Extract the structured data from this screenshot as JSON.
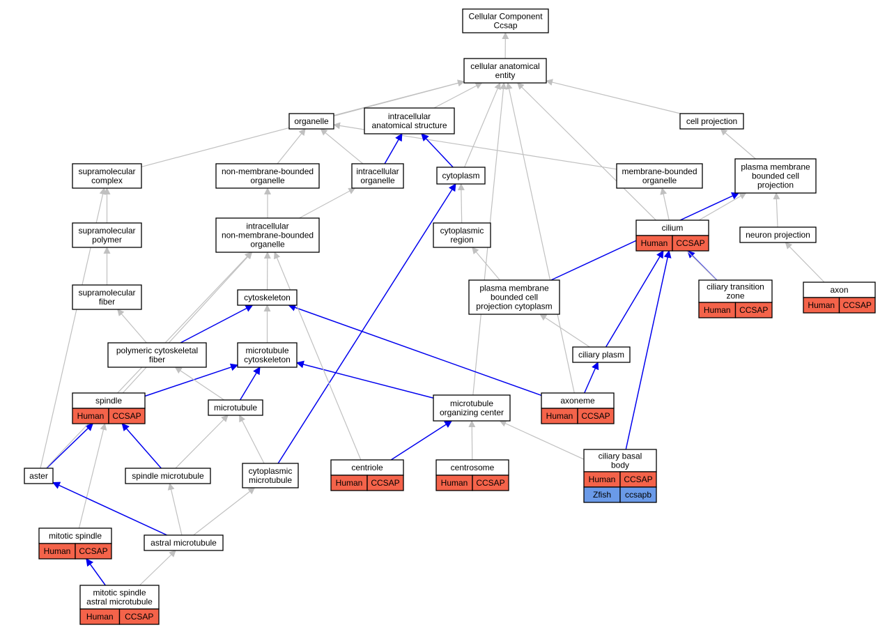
{
  "colors": {
    "box_border": "#000000",
    "human": "#f4634a",
    "zfish": "#6a9ae8",
    "edge_gray": "#c0c0c0",
    "edge_blue": "#0000ee"
  },
  "nodes": [
    {
      "id": "cc",
      "lines": [
        "Cellular Component",
        "Ccsap"
      ]
    },
    {
      "id": "cae",
      "lines": [
        "cellular anatomical",
        "entity"
      ]
    },
    {
      "id": "organelle",
      "lines": [
        "organelle"
      ]
    },
    {
      "id": "ias",
      "lines": [
        "intracellular",
        "anatomical structure"
      ]
    },
    {
      "id": "cellproj",
      "lines": [
        "cell projection"
      ]
    },
    {
      "id": "supcomplex",
      "lines": [
        "supramolecular",
        "complex"
      ]
    },
    {
      "id": "nmbo",
      "lines": [
        "non-membrane-bounded",
        "organelle"
      ]
    },
    {
      "id": "intorg",
      "lines": [
        "intracellular",
        "organelle"
      ]
    },
    {
      "id": "cytoplasm",
      "lines": [
        "cytoplasm"
      ]
    },
    {
      "id": "mbo",
      "lines": [
        "membrane-bounded",
        "organelle"
      ]
    },
    {
      "id": "pmbcp",
      "lines": [
        "plasma membrane",
        "bounded cell",
        "projection"
      ]
    },
    {
      "id": "suppoly",
      "lines": [
        "supramolecular",
        "polymer"
      ]
    },
    {
      "id": "inmbo",
      "lines": [
        "intracellular",
        "non-membrane-bounded",
        "organelle"
      ]
    },
    {
      "id": "cytregion",
      "lines": [
        "cytoplasmic",
        "region"
      ]
    },
    {
      "id": "cilium",
      "lines": [
        "cilium"
      ],
      "annot": [
        {
          "org": "Human",
          "gene": "CCSAP",
          "kind": "human"
        }
      ]
    },
    {
      "id": "neuronproj",
      "lines": [
        "neuron projection"
      ]
    },
    {
      "id": "supfiber",
      "lines": [
        "supramolecular",
        "fiber"
      ]
    },
    {
      "id": "cytoskeleton",
      "lines": [
        "cytoskeleton"
      ]
    },
    {
      "id": "pmbcpc",
      "lines": [
        "plasma membrane",
        "bounded cell",
        "projection cytoplasm"
      ]
    },
    {
      "id": "ctz",
      "lines": [
        "ciliary transition",
        "zone"
      ],
      "annot": [
        {
          "org": "Human",
          "gene": "CCSAP",
          "kind": "human"
        }
      ]
    },
    {
      "id": "axon",
      "lines": [
        "axon"
      ],
      "annot": [
        {
          "org": "Human",
          "gene": "CCSAP",
          "kind": "human"
        }
      ]
    },
    {
      "id": "pcf",
      "lines": [
        "polymeric cytoskeletal",
        "fiber"
      ]
    },
    {
      "id": "mtcs",
      "lines": [
        "microtubule",
        "cytoskeleton"
      ]
    },
    {
      "id": "ciliaryplasm",
      "lines": [
        "ciliary plasm"
      ]
    },
    {
      "id": "spindle",
      "lines": [
        "spindle"
      ],
      "annot": [
        {
          "org": "Human",
          "gene": "CCSAP",
          "kind": "human"
        }
      ]
    },
    {
      "id": "microtubule",
      "lines": [
        "microtubule"
      ]
    },
    {
      "id": "mtoc",
      "lines": [
        "microtubule",
        "organizing center"
      ]
    },
    {
      "id": "axoneme",
      "lines": [
        "axoneme"
      ],
      "annot": [
        {
          "org": "Human",
          "gene": "CCSAP",
          "kind": "human"
        }
      ]
    },
    {
      "id": "aster",
      "lines": [
        "aster"
      ]
    },
    {
      "id": "spindlemt",
      "lines": [
        "spindle microtubule"
      ]
    },
    {
      "id": "cytomt",
      "lines": [
        "cytoplasmic",
        "microtubule"
      ]
    },
    {
      "id": "centriole",
      "lines": [
        "centriole"
      ],
      "annot": [
        {
          "org": "Human",
          "gene": "CCSAP",
          "kind": "human"
        }
      ]
    },
    {
      "id": "centrosome",
      "lines": [
        "centrosome"
      ],
      "annot": [
        {
          "org": "Human",
          "gene": "CCSAP",
          "kind": "human"
        }
      ]
    },
    {
      "id": "cbb",
      "lines": [
        "ciliary basal",
        "body"
      ],
      "annot": [
        {
          "org": "Human",
          "gene": "CCSAP",
          "kind": "human"
        },
        {
          "org": "Zfish",
          "gene": "ccsapb",
          "kind": "zfish"
        }
      ]
    },
    {
      "id": "mitspindle",
      "lines": [
        "mitotic spindle"
      ],
      "annot": [
        {
          "org": "Human",
          "gene": "CCSAP",
          "kind": "human"
        }
      ]
    },
    {
      "id": "astralmt",
      "lines": [
        "astral microtubule"
      ]
    },
    {
      "id": "msamt",
      "lines": [
        "mitotic spindle",
        "astral microtubule"
      ],
      "annot": [
        {
          "org": "Human",
          "gene": "CCSAP",
          "kind": "human"
        }
      ]
    }
  ],
  "edges": [
    {
      "from": "cae",
      "to": "cc",
      "color": "gray"
    },
    {
      "from": "organelle",
      "to": "cae",
      "color": "gray"
    },
    {
      "from": "ias",
      "to": "cae",
      "color": "gray"
    },
    {
      "from": "cellproj",
      "to": "cae",
      "color": "gray"
    },
    {
      "from": "supcomplex",
      "to": "cae",
      "color": "gray"
    },
    {
      "from": "cytoplasm",
      "to": "cae",
      "color": "gray"
    },
    {
      "from": "nmbo",
      "to": "organelle",
      "color": "gray"
    },
    {
      "from": "intorg",
      "to": "organelle",
      "color": "gray"
    },
    {
      "from": "mbo",
      "to": "organelle",
      "color": "gray"
    },
    {
      "from": "intorg",
      "to": "ias",
      "color": "blue"
    },
    {
      "from": "cytoplasm",
      "to": "ias",
      "color": "blue"
    },
    {
      "from": "pmbcp",
      "to": "cellproj",
      "color": "gray"
    },
    {
      "from": "suppoly",
      "to": "supcomplex",
      "color": "gray"
    },
    {
      "from": "inmbo",
      "to": "nmbo",
      "color": "gray"
    },
    {
      "from": "inmbo",
      "to": "intorg",
      "color": "gray"
    },
    {
      "from": "cytregion",
      "to": "cytoplasm",
      "color": "gray"
    },
    {
      "from": "cilium",
      "to": "mbo",
      "color": "gray"
    },
    {
      "from": "cilium",
      "to": "pmbcp",
      "color": "gray"
    },
    {
      "from": "neuronproj",
      "to": "pmbcp",
      "color": "gray"
    },
    {
      "from": "supfiber",
      "to": "suppoly",
      "color": "gray"
    },
    {
      "from": "cytoskeleton",
      "to": "inmbo",
      "color": "gray"
    },
    {
      "from": "pmbcpc",
      "to": "cytregion",
      "color": "gray"
    },
    {
      "from": "pmbcpc",
      "to": "pmbcp",
      "color": "blue"
    },
    {
      "from": "ctz",
      "to": "cilium",
      "color": "blue"
    },
    {
      "from": "ctz",
      "to": "cae",
      "color": "gray"
    },
    {
      "from": "axon",
      "to": "neuronproj",
      "color": "gray"
    },
    {
      "from": "pcf",
      "to": "supfiber",
      "color": "gray"
    },
    {
      "from": "pcf",
      "to": "cytoskeleton",
      "color": "blue"
    },
    {
      "from": "mtcs",
      "to": "cytoskeleton",
      "color": "gray"
    },
    {
      "from": "ciliaryplasm",
      "to": "pmbcpc",
      "color": "gray"
    },
    {
      "from": "ciliaryplasm",
      "to": "cilium",
      "color": "blue"
    },
    {
      "from": "spindle",
      "to": "inmbo",
      "color": "gray"
    },
    {
      "from": "spindle",
      "to": "mtcs",
      "color": "blue"
    },
    {
      "from": "microtubule",
      "to": "pcf",
      "color": "gray"
    },
    {
      "from": "microtubule",
      "to": "mtcs",
      "color": "blue"
    },
    {
      "from": "mtoc",
      "to": "mtcs",
      "color": "blue"
    },
    {
      "from": "mtoc",
      "to": "cae",
      "color": "gray"
    },
    {
      "from": "axoneme",
      "to": "cytoskeleton",
      "color": "blue"
    },
    {
      "from": "axoneme",
      "to": "cae",
      "color": "gray"
    },
    {
      "from": "axoneme",
      "to": "ciliaryplasm",
      "color": "blue"
    },
    {
      "from": "aster",
      "to": "spindle",
      "color": "blue"
    },
    {
      "from": "aster",
      "to": "supcomplex",
      "color": "gray"
    },
    {
      "from": "aster",
      "to": "inmbo",
      "color": "gray"
    },
    {
      "from": "spindlemt",
      "to": "spindle",
      "color": "blue"
    },
    {
      "from": "spindlemt",
      "to": "microtubule",
      "color": "gray"
    },
    {
      "from": "cytomt",
      "to": "microtubule",
      "color": "gray"
    },
    {
      "from": "cytomt",
      "to": "cytoplasm",
      "color": "blue"
    },
    {
      "from": "centriole",
      "to": "inmbo",
      "color": "gray"
    },
    {
      "from": "centriole",
      "to": "mtoc",
      "color": "blue"
    },
    {
      "from": "centrosome",
      "to": "mtoc",
      "color": "gray"
    },
    {
      "from": "cbb",
      "to": "mtoc",
      "color": "gray"
    },
    {
      "from": "cbb",
      "to": "cilium",
      "color": "blue"
    },
    {
      "from": "mitspindle",
      "to": "spindle",
      "color": "gray"
    },
    {
      "from": "astralmt",
      "to": "aster",
      "color": "blue"
    },
    {
      "from": "astralmt",
      "to": "spindlemt",
      "color": "gray"
    },
    {
      "from": "astralmt",
      "to": "cytomt",
      "color": "gray"
    },
    {
      "from": "msamt",
      "to": "mitspindle",
      "color": "blue"
    },
    {
      "from": "msamt",
      "to": "astralmt",
      "color": "gray"
    }
  ]
}
